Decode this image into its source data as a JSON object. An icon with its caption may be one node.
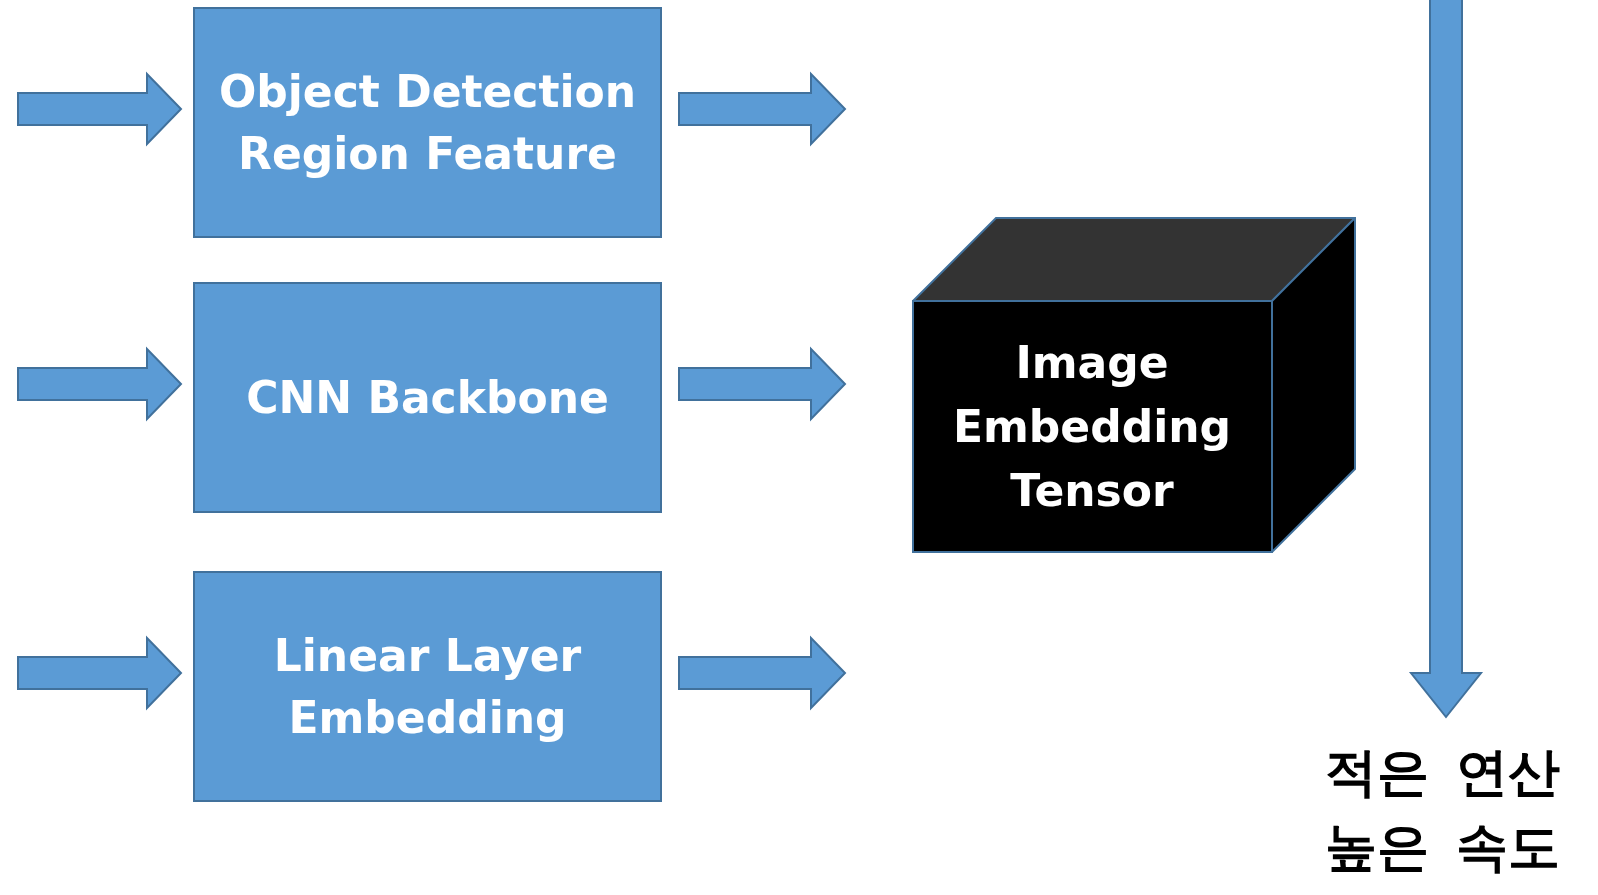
{
  "diagram": {
    "nodes": [
      {
        "text": [
          "Object Detection Region Feature"
        ]
      },
      {
        "text": [
          "CNN Backbone"
        ]
      },
      {
        "text": [
          "Linear Layer Embedding"
        ]
      },
      {
        "text": [
          "Image Embedding Tensor"
        ]
      },
      {
        "text": [
          "적은 연산 높은 속도"
        ]
      }
    ],
    "edges": [
      {
        "from": null,
        "to": 0,
        "arrow": "to"
      },
      {
        "from": null,
        "to": 1,
        "arrow": "to"
      },
      {
        "from": null,
        "to": 2,
        "arrow": "to"
      },
      {
        "from": 0,
        "to": null,
        "arrow": "to"
      },
      {
        "from": 1,
        "to": null,
        "arrow": "to"
      },
      {
        "from": 2,
        "to": null,
        "arrow": "to"
      },
      {
        "from": null,
        "to": 4,
        "arrow": "to"
      }
    ]
  }
}
